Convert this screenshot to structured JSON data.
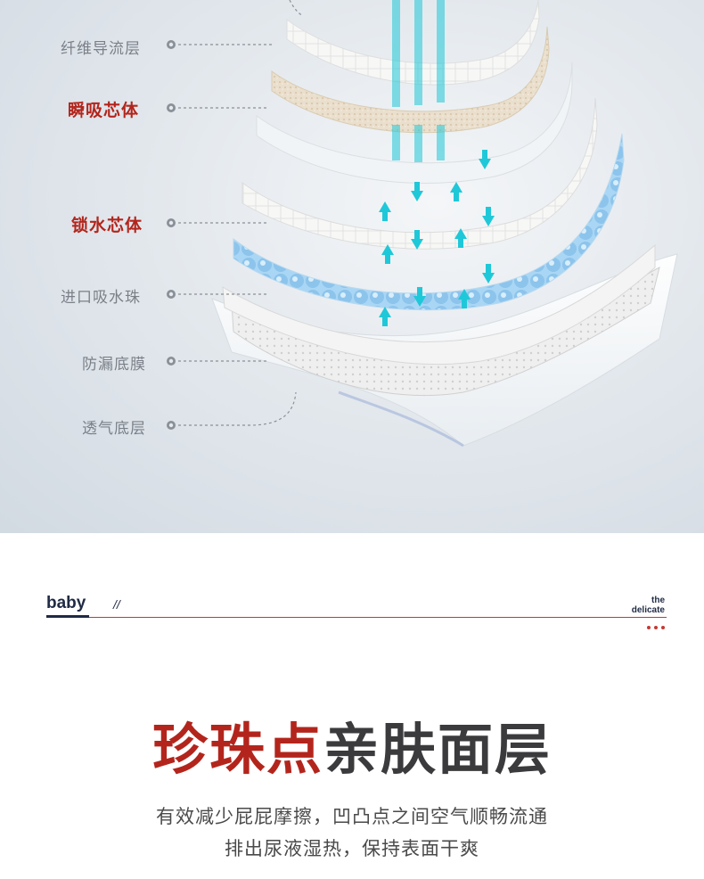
{
  "layers": [
    {
      "label": "纤维导流层",
      "highlight": false
    },
    {
      "label": "瞬吸芯体",
      "highlight": true
    },
    {
      "label": "锁水芯体",
      "highlight": true
    },
    {
      "label": "进口吸水珠",
      "highlight": false
    },
    {
      "label": "防漏底膜",
      "highlight": false
    },
    {
      "label": "透气底层",
      "highlight": false
    }
  ],
  "brand": {
    "word": "baby",
    "slash": "//",
    "tag_line1": "the",
    "tag_line2": "delicate"
  },
  "headline": {
    "red": "珍珠点",
    "gray": "亲肤面层"
  },
  "description": {
    "line1": "有效减少屁屁摩擦，凹凸点之间空气顺畅流通",
    "line2": "排出尿液湿热，保持表面干爽"
  },
  "colors": {
    "accent_red": "#b3251c",
    "navy": "#1f2a44",
    "arrow_cyan": "#1fc8d8",
    "bead_blue": "#8ec8ef"
  }
}
